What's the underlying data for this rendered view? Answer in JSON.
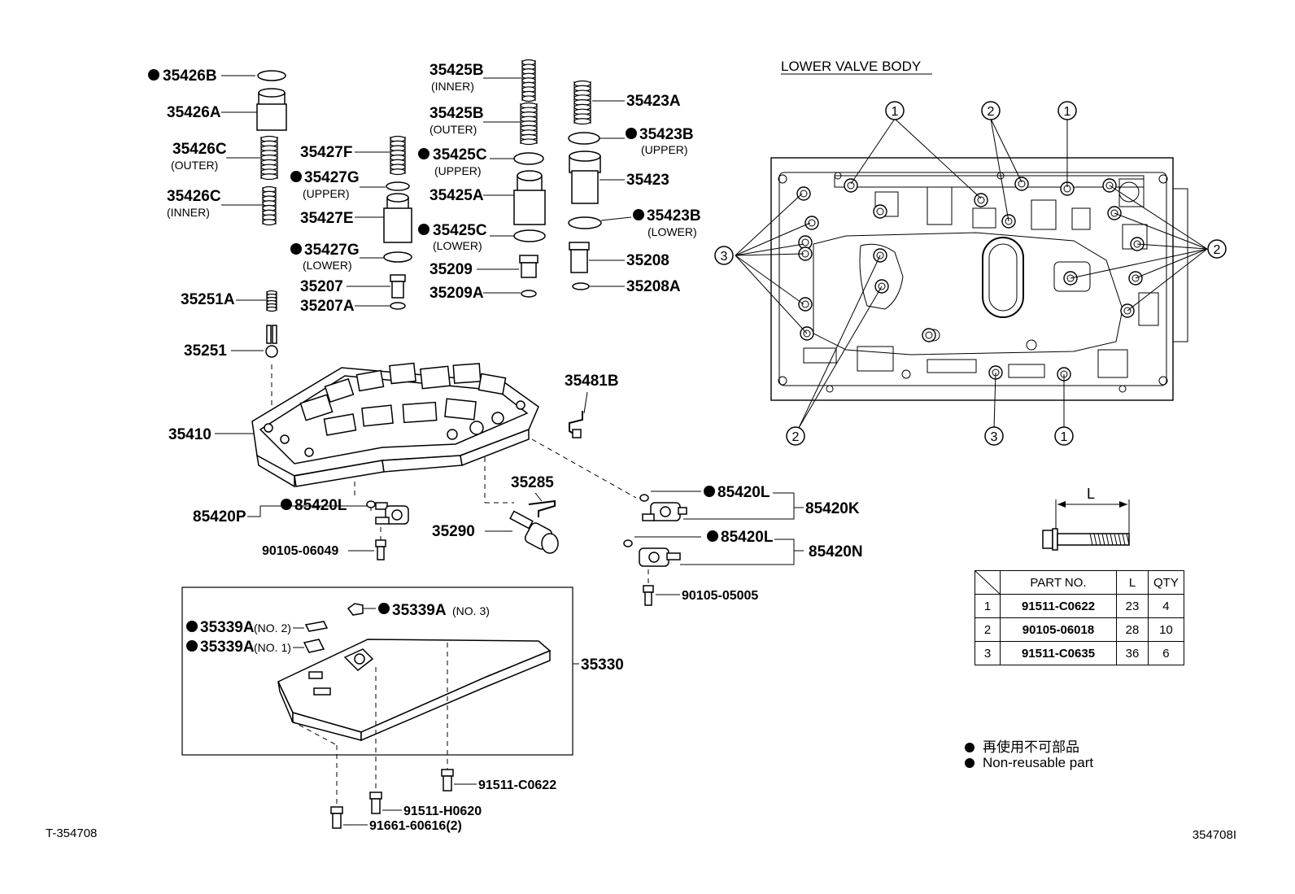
{
  "diagram": {
    "parts": {
      "p35426B": "35426B",
      "p35426A": "35426A",
      "p35426C_outer": "35426C",
      "p35426C_inner": "35426C",
      "p35427F": "35427F",
      "p35427G_upper": "35427G",
      "p35427E": "35427E",
      "p35427G_lower": "35427G",
      "p35207": "35207",
      "p35207A": "35207A",
      "p35251A": "35251A",
      "p35251": "35251",
      "p35425B_inner": "35425B",
      "p35425B_outer": "35425B",
      "p35425C_upper": "35425C",
      "p35425A": "35425A",
      "p35425C_lower": "35425C",
      "p35209": "35209",
      "p35209A": "35209A",
      "p35423A": "35423A",
      "p35423B_upper": "35423B",
      "p35423": "35423",
      "p35423B_lower": "35423B",
      "p35208": "35208",
      "p35208A": "35208A",
      "p35410": "35410",
      "p35481B": "35481B",
      "p35285": "35285",
      "p35290": "35290",
      "p85420P": "85420P",
      "p85420L_a": "85420L",
      "p85420L_b": "85420L",
      "p85420L_c": "85420L",
      "p85420K": "85420K",
      "p85420N": "85420N",
      "p90105_06049": "90105-06049",
      "p90105_05005": "90105-05005",
      "p35339A_no3": "35339A",
      "p35339A_no2": "35339A",
      "p35339A_no1": "35339A",
      "p35330": "35330",
      "p91511_C0622": "91511-C0622",
      "p91511_H0620": "91511-H0620",
      "p91661_60616": "91661-60616(2)"
    },
    "qualifiers": {
      "inner": "(INNER)",
      "outer": "(OUTER)",
      "upper": "(UPPER)",
      "lower": "(LOWER)",
      "no1": "(NO. 1)",
      "no2": "(NO. 2)",
      "no3": "(NO. 3)"
    },
    "lower_valve_body_title": "LOWER VALVE BODY",
    "callouts": [
      "1",
      "2",
      "3"
    ],
    "dimension_label": "L"
  },
  "bolt_table": {
    "headers": [
      "",
      "PART NO.",
      "L",
      "QTY"
    ],
    "rows": [
      [
        "1",
        "91511-C0622",
        "23",
        "4"
      ],
      [
        "2",
        "90105-06018",
        "28",
        "10"
      ],
      [
        "3",
        "91511-C0635",
        "36",
        "6"
      ]
    ]
  },
  "legend": {
    "line_ja": "再使用不可部品",
    "line_en": "Non-reusable part"
  },
  "footer": {
    "left_code": "T-354708",
    "right_code": "354708I"
  }
}
